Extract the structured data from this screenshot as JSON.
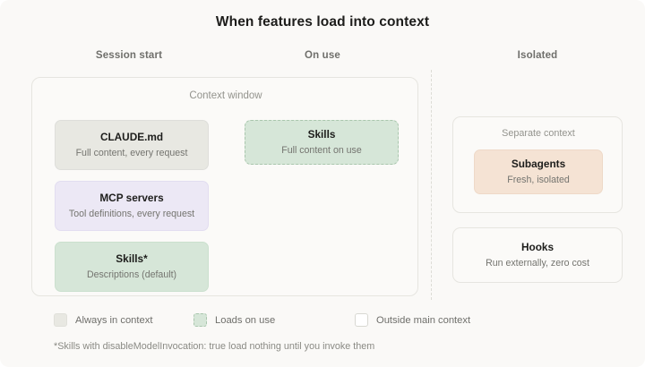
{
  "title": "When features load into context",
  "columns": [
    {
      "label": "Session start"
    },
    {
      "label": "On use"
    },
    {
      "label": "Isolated"
    }
  ],
  "context_window": {
    "label": "Context window",
    "session_start_cards": [
      {
        "title": "CLAUDE.md",
        "subtitle": "Full content, every request"
      },
      {
        "title": "MCP servers",
        "subtitle": "Tool definitions, every request"
      },
      {
        "title": "Skills*",
        "subtitle": "Descriptions (default)"
      }
    ],
    "on_use_cards": [
      {
        "title": "Skills",
        "subtitle": "Full content on use"
      }
    ]
  },
  "isolated": {
    "separate_context": {
      "label": "Separate context",
      "card": {
        "title": "Subagents",
        "subtitle": "Fresh, isolated"
      }
    },
    "hooks": {
      "title": "Hooks",
      "subtitle": "Run externally, zero cost"
    }
  },
  "legend": [
    {
      "label": "Always in context",
      "swatch": "solid-gray-swatch"
    },
    {
      "label": "Loads on use",
      "swatch": "dashed-green-swatch"
    },
    {
      "label": "Outside main context",
      "swatch": "outlined-white-swatch"
    }
  ],
  "footnote": "*Skills with disableModelInvocation: true load nothing until you invoke them",
  "colors": {
    "background": "#faf9f7",
    "always_in_context": "#e8e8e2",
    "mcp_servers": "#ece8f5",
    "loads_on_use": "#d6e6d8",
    "subagents": "#f5e3d4",
    "outside_main_context": "#ffffff",
    "title_text": "#1d1d1b",
    "muted_text": "#74746f"
  }
}
